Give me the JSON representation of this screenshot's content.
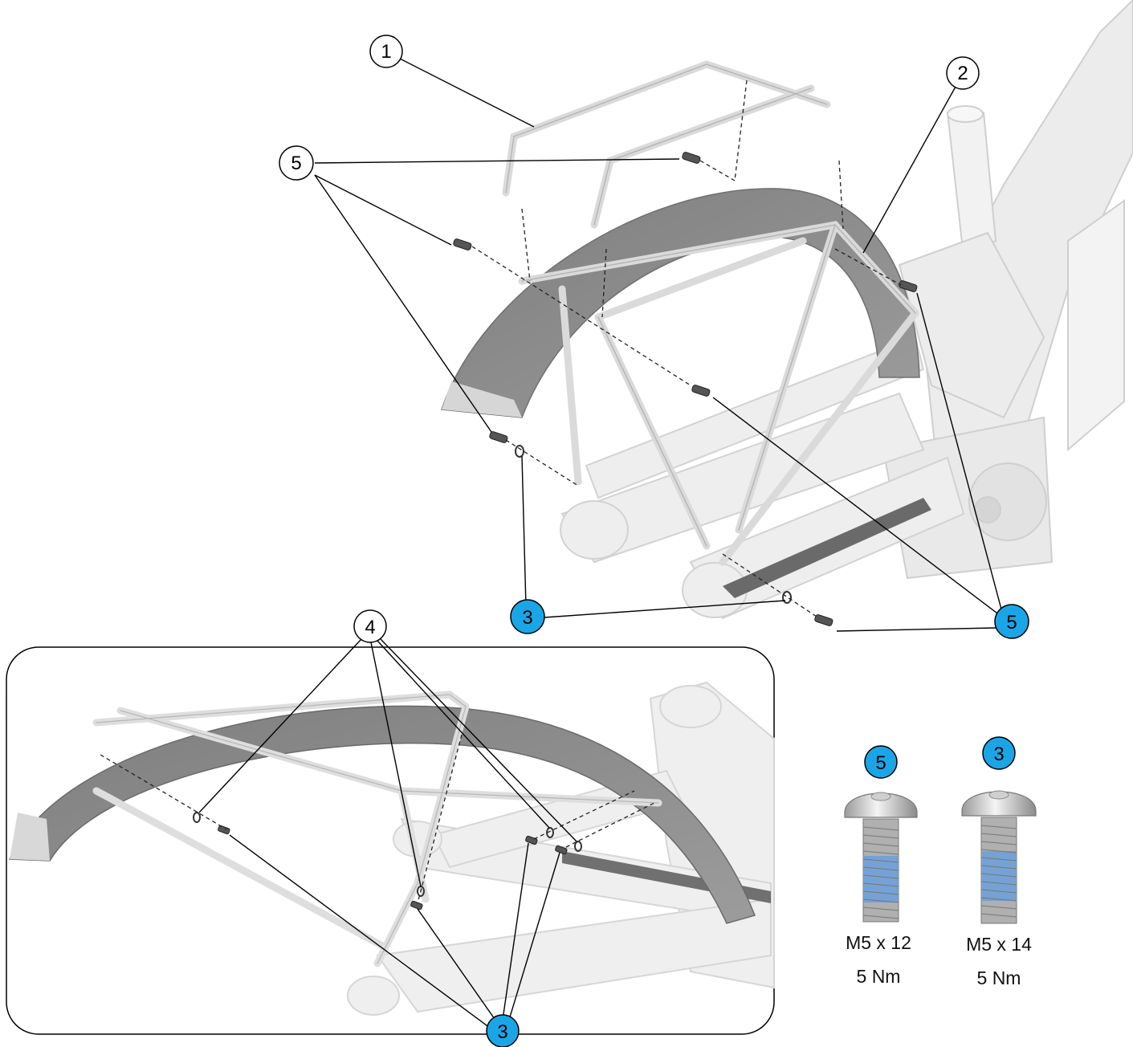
{
  "callouts": {
    "part_1": "1",
    "part_2": "2",
    "part_3": "3",
    "part_4": "4",
    "part_5": "5"
  },
  "specs": [
    {
      "ref": "5",
      "size": "M5 x 12",
      "torque": "5 Nm"
    },
    {
      "ref": "3",
      "size": "M5 x 14",
      "torque": "5 Nm"
    }
  ],
  "colors": {
    "highlight_callout": "#1aa6e6",
    "threadlock": "#6fa0d8",
    "fender": "#8a8a8a",
    "frame": "#e6e6e6",
    "line": "#000000"
  }
}
